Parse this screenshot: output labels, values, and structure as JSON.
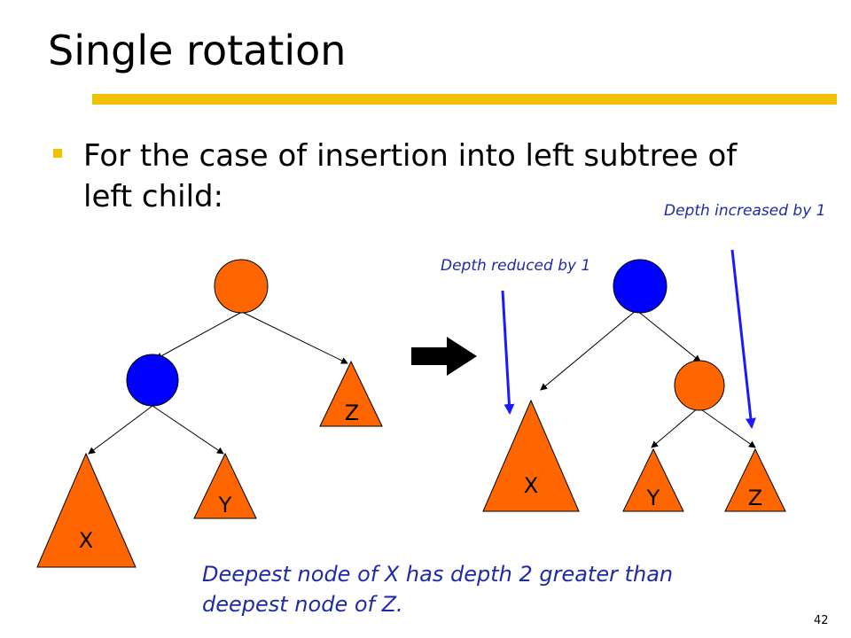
{
  "slide": {
    "title": "Single rotation",
    "bullet": "For the case of insertion into left subtree of left child:",
    "note_left": "Depth reduced by 1",
    "note_right": "Depth increased by 1",
    "caption": "Deepest node of X has depth 2 greater than deepest node of Z.",
    "page_number": "42"
  },
  "diagram": {
    "colors": {
      "orange": "#ff6600",
      "blue": "#0000ff",
      "annotation": "#1f2aa8",
      "accent": "#f2c200"
    },
    "before": {
      "subtrees": [
        "X",
        "Y",
        "Z"
      ]
    },
    "after": {
      "subtrees": [
        "X",
        "Y",
        "Z"
      ]
    }
  }
}
